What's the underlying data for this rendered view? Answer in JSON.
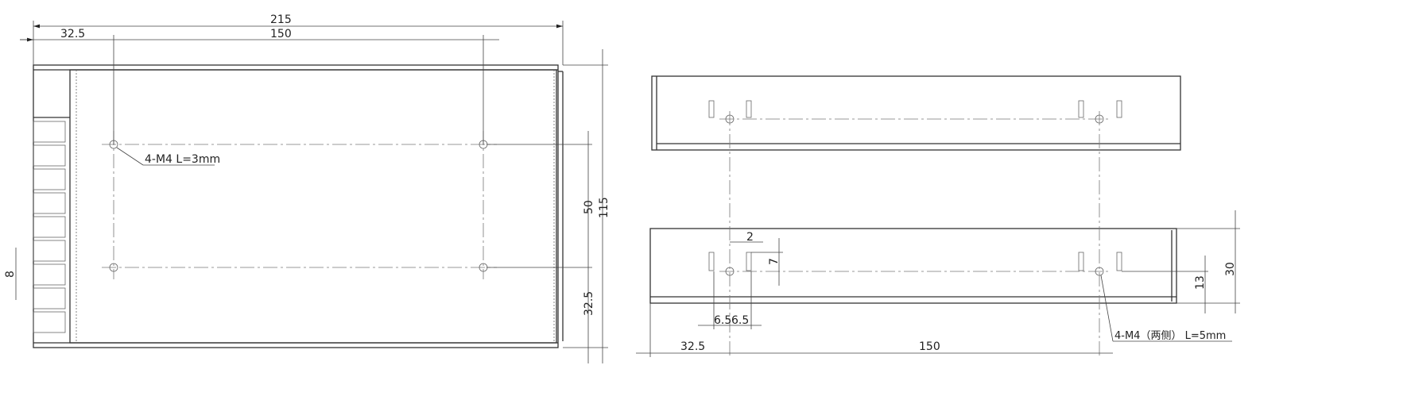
{
  "front_view": {
    "dim_overall_length": "215",
    "dim_hole_offset_x": "32.5",
    "dim_hole_spacing_x": "150",
    "dim_overall_height": "115",
    "dim_hole_spacing_y": "50",
    "dim_hole_offset_y": "32.5",
    "dim_terminal_pitch": "8",
    "hole_callout": "4-M4 L=3mm"
  },
  "side_view": {
    "dim_slot_width": "2",
    "dim_slot_height": "7",
    "dim_slot_offset_left": "6.5",
    "dim_slot_offset_right": "6.5",
    "dim_hole_offset_x": "32.5",
    "dim_hole_spacing_x": "150",
    "dim_hole_height": "13",
    "dim_side_height": "30",
    "hole_callout": "4-M4（两侧） L=5mm"
  }
}
